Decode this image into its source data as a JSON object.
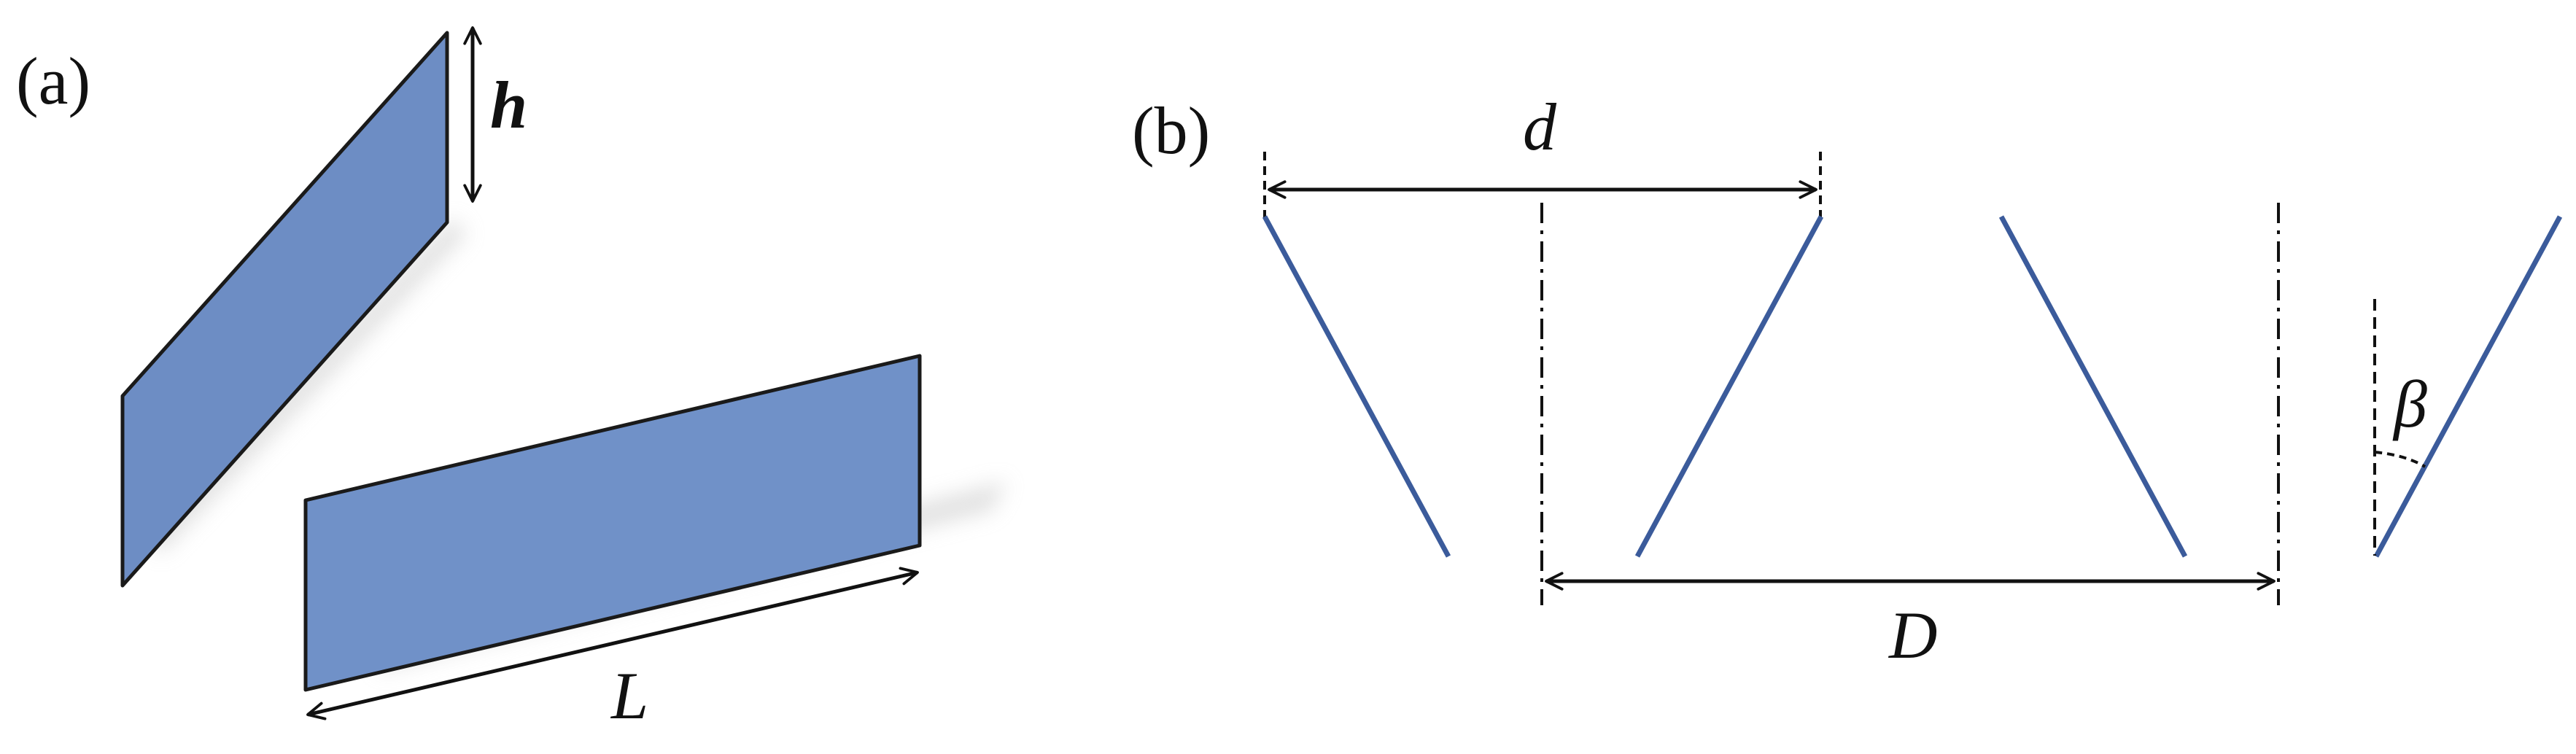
{
  "panel_a": {
    "panel_label": "(a)",
    "height_label": "h",
    "length_label": "L",
    "plate_color": "#7091c8"
  },
  "panel_b": {
    "panel_label": "(b)",
    "spacing_label": "d",
    "period_label": "D",
    "angle_label": "β",
    "blade_color": "#3b5b9b"
  }
}
